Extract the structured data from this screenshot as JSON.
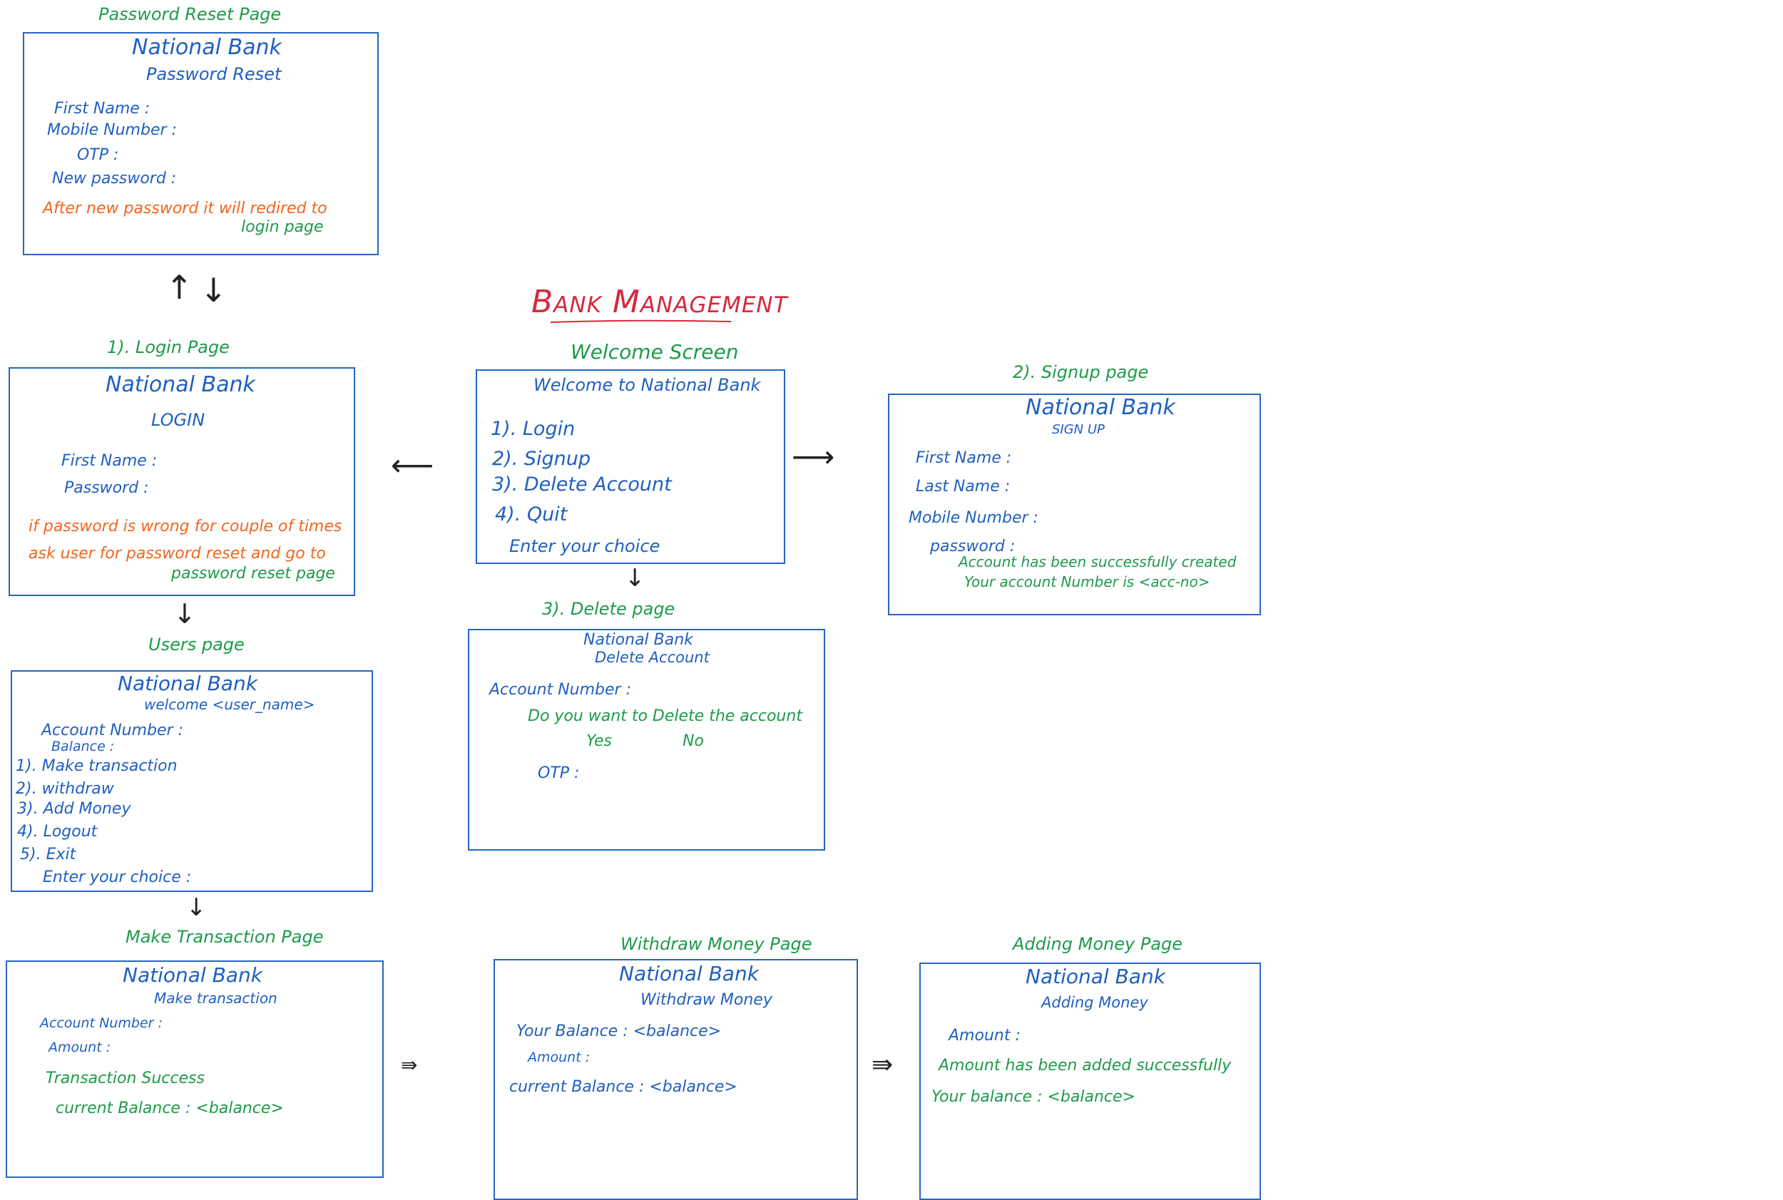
{
  "title": "Bank Management",
  "captions": {
    "password_reset": "Password Reset Page",
    "login": "1). Login Page",
    "welcome": "Welcome Screen",
    "signup": "2). Signup page",
    "delete": "3). Delete page",
    "users": "Users page",
    "transaction": "Make Transaction Page",
    "withdraw": "Withdraw Money Page",
    "adding": "Adding Money Page"
  },
  "password_reset": {
    "bank": "National Bank",
    "heading": "Password Reset",
    "fields": [
      "First Name :",
      "Mobile Number :",
      "OTP :",
      "New password :"
    ],
    "note_line1": "After new password it will redired to",
    "note_line2": "login page"
  },
  "login": {
    "bank": "National Bank",
    "heading": "LOGIN",
    "fields": [
      "First Name :",
      "Password :"
    ],
    "note_line1": "if password is wrong for couple of times",
    "note_line2": "ask user for password reset and go to",
    "note_line3": "password reset page"
  },
  "welcome": {
    "heading": "Welcome to National Bank",
    "options": [
      "1). Login",
      "2). Signup",
      "3). Delete Account",
      "4). Quit"
    ],
    "prompt": "Enter your choice"
  },
  "signup": {
    "bank": "National Bank",
    "heading": "SIGN UP",
    "fields": [
      "First Name :",
      "Last Name :",
      "Mobile Number :",
      "password :"
    ],
    "success_line1": "Account has been successfully created",
    "success_line2": "Your account Number is <acc-no>"
  },
  "delete": {
    "bank": "National Bank",
    "heading": "Delete Account",
    "account_field": "Account Number :",
    "question": "Do you want to Delete the account",
    "yes": "Yes",
    "no": "No",
    "otp": "OTP :"
  },
  "users": {
    "bank": "National Bank",
    "welcome": "welcome <user_name>",
    "account_field": "Account Number :",
    "balance_field": "Balance :",
    "options": [
      "1). Make transaction",
      "2). withdraw",
      "3). Add Money",
      "4). Logout",
      "5). Exit"
    ],
    "prompt": "Enter your choice :"
  },
  "transaction": {
    "bank": "National Bank",
    "heading": "Make transaction",
    "account_field": "Account Number :",
    "amount_field": "Amount :",
    "success": "Transaction Success",
    "current_balance": "current Balance : <balance>"
  },
  "withdraw": {
    "bank": "National Bank",
    "heading": "Withdraw Money",
    "your_balance": "Your Balance : <balance>",
    "amount_field": "Amount :",
    "current_balance": "current Balance : <balance>"
  },
  "adding": {
    "bank": "National Bank",
    "heading": "Adding Money",
    "amount_field": "Amount :",
    "success": "Amount has been added successfully",
    "your_balance": "Your balance : <balance>"
  },
  "colors": {
    "box": "#2566c4",
    "blue_text": "#1f5fc0",
    "green_text": "#1e9a4a",
    "orange_text": "#f0661e",
    "red_title": "#d6283d"
  }
}
